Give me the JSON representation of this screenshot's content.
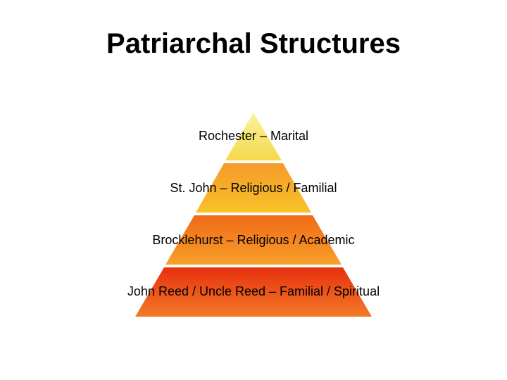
{
  "slide": {
    "title": "Patriarchal Structures"
  },
  "pyramid": {
    "levels": [
      {
        "label": "Rochester – Marital",
        "color_top": "#f8f4a0",
        "color_bottom": "#f6d84a"
      },
      {
        "label": "St. John – Religious / Familial",
        "color_top": "#f59a2a",
        "color_bottom": "#f8c228"
      },
      {
        "label": "Brocklehurst – Religious / Academic",
        "color_top": "#f06a18",
        "color_bottom": "#f7a02a"
      },
      {
        "label": "John Reed / Uncle Reed – Familial / Spiritual",
        "color_top": "#e8300e",
        "color_bottom": "#f27a28"
      }
    ]
  }
}
